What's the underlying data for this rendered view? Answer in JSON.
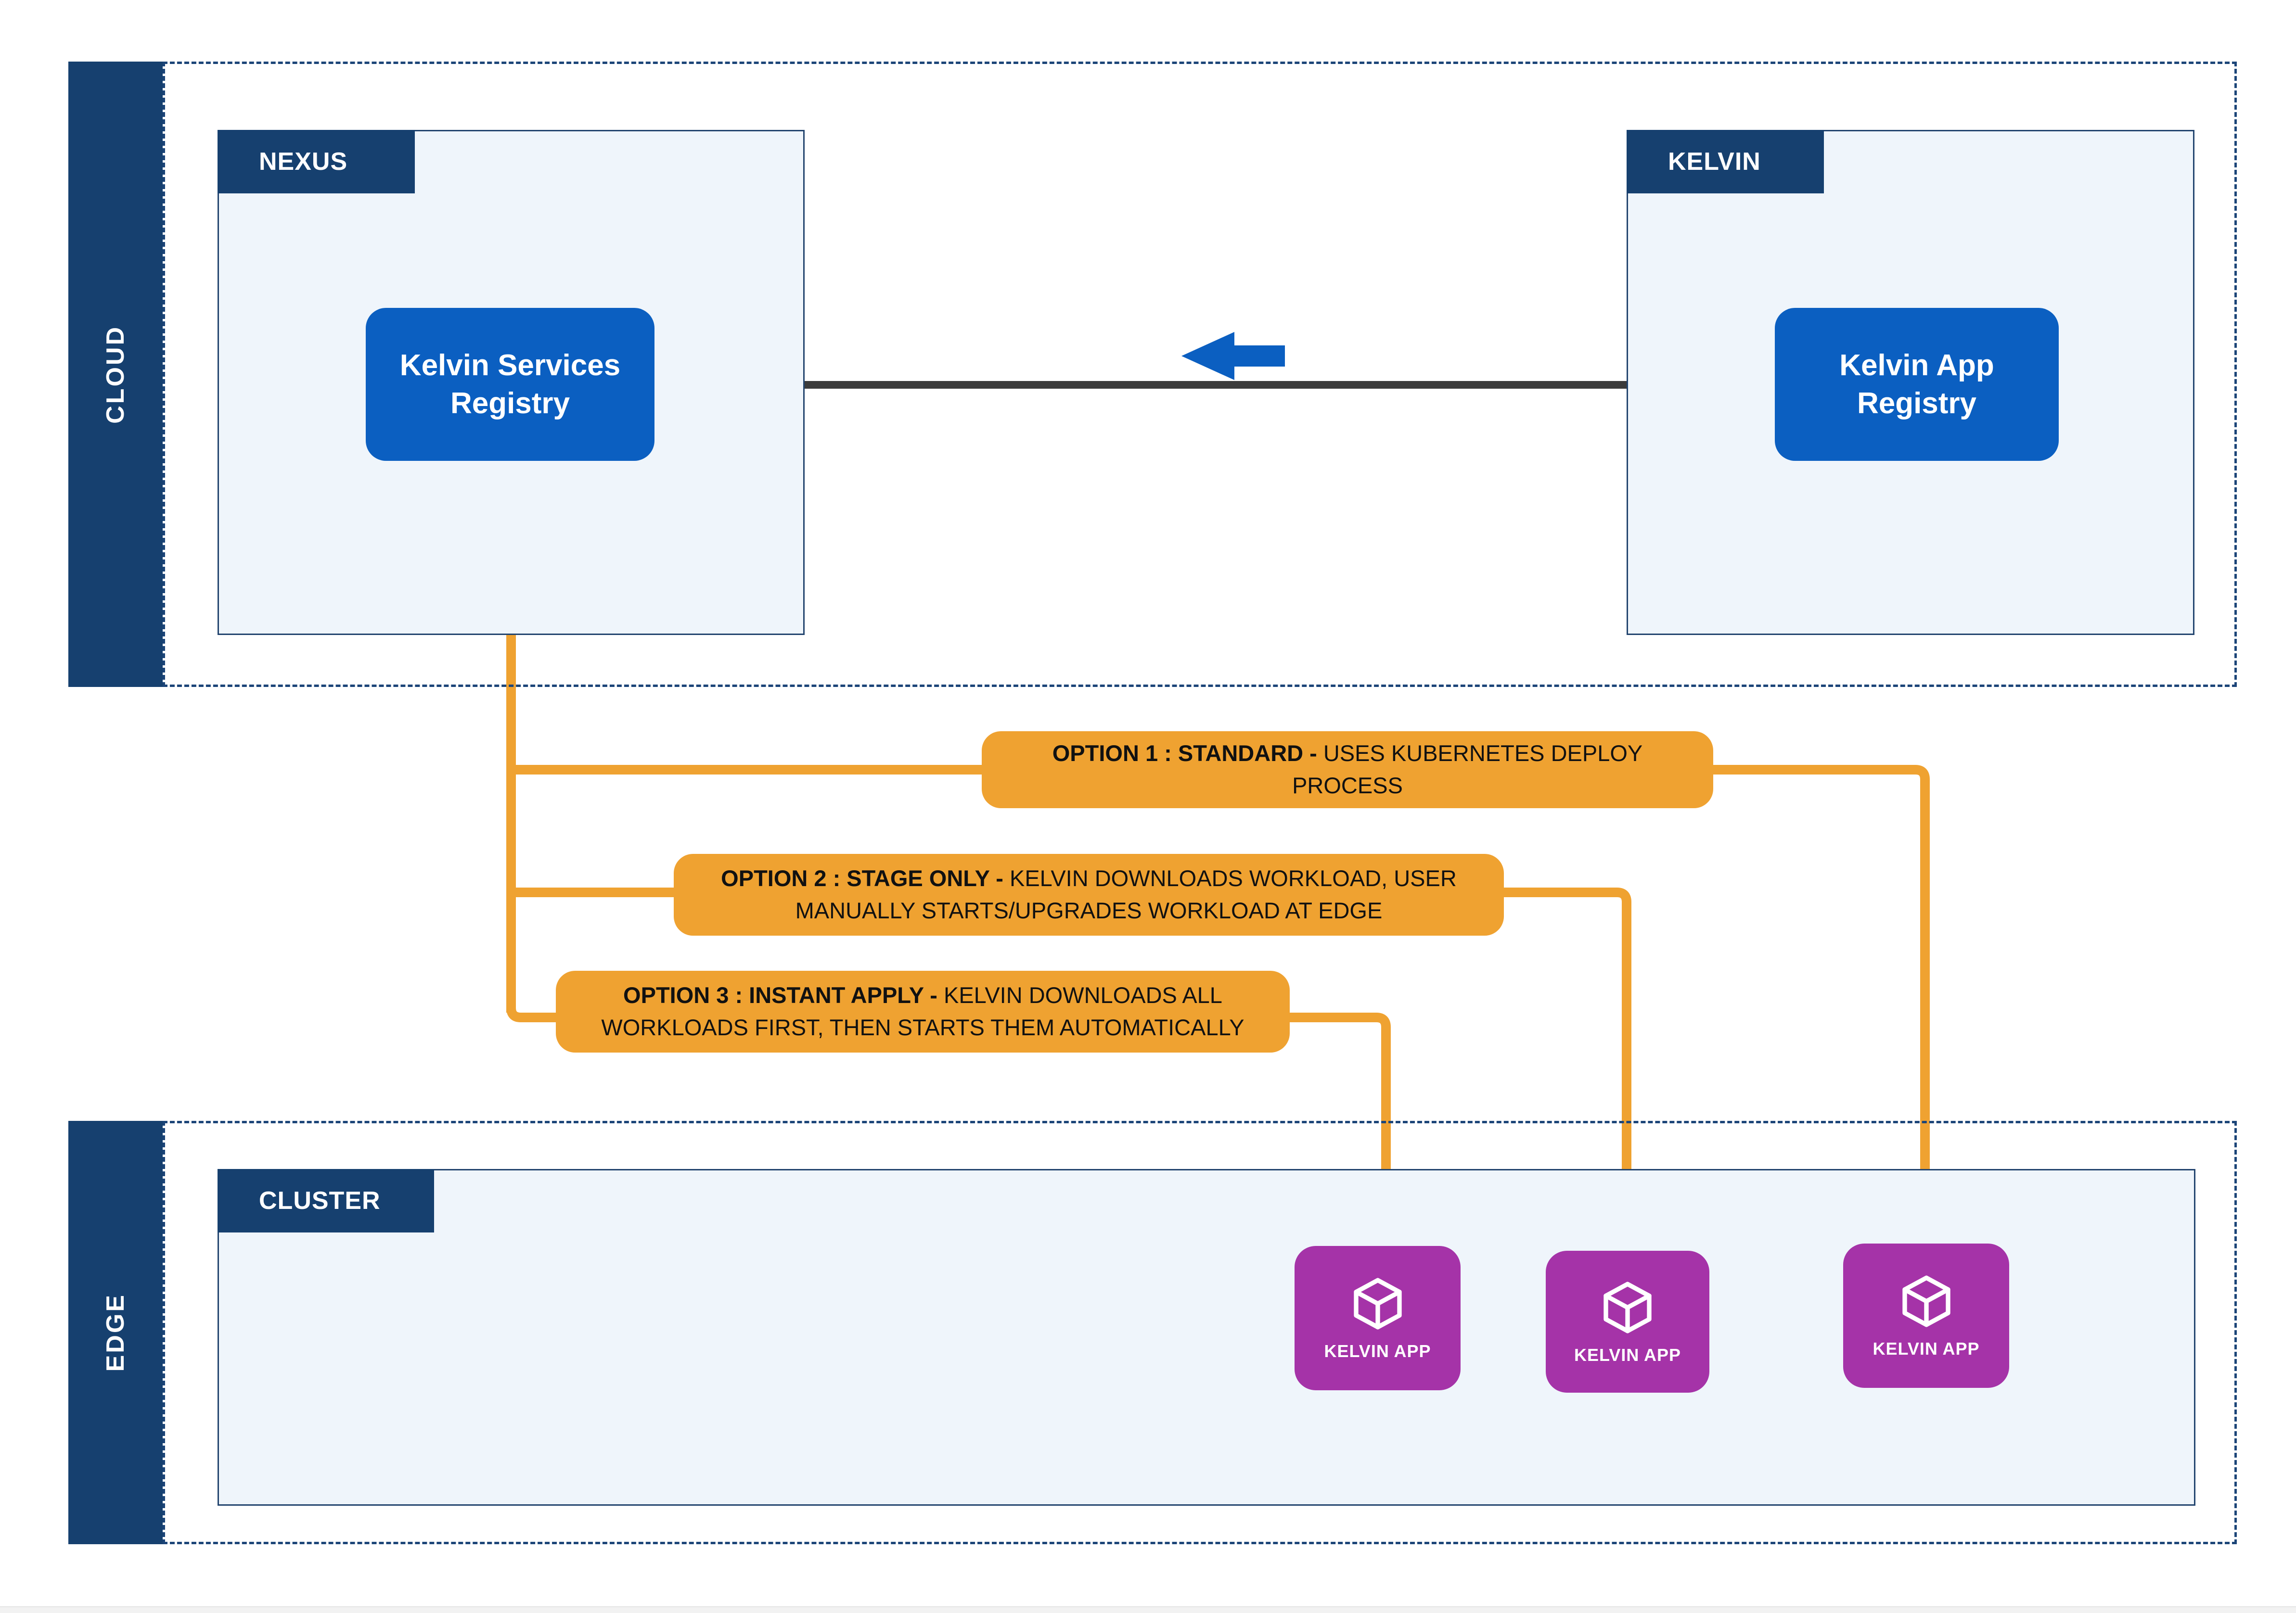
{
  "diagram": {
    "zones": [
      {
        "id": "cloud",
        "label": "CLOUD"
      },
      {
        "id": "edge",
        "label": "EDGE"
      }
    ],
    "panels": [
      {
        "id": "nexus",
        "title": "NEXUS"
      },
      {
        "id": "kelvin",
        "title": "KELVIN"
      },
      {
        "id": "cluster",
        "title": "CLUSTER"
      }
    ],
    "registries": [
      {
        "id": "kelvin-services-registry",
        "line1": "Kelvin Services",
        "line2": "Registry"
      },
      {
        "id": "kelvin-app-registry",
        "line1": "Kelvin App",
        "line2": "Registry"
      }
    ],
    "options": [
      {
        "id": "option-1",
        "title": "OPTION 1 : STANDARD -",
        "body": " USES KUBERNETES DEPLOY PROCESS"
      },
      {
        "id": "option-2",
        "title": "OPTION 2 : STAGE ONLY -",
        "body": " KELVIN DOWNLOADS WORKLOAD, USER MANUALLY STARTS/UPGRADES WORKLOAD AT EDGE"
      },
      {
        "id": "option-3",
        "title": "OPTION 3 : INSTANT APPLY -",
        "body": " KELVIN DOWNLOADS ALL WORKLOADS FIRST, THEN STARTS THEM AUTOMATICALLY"
      }
    ],
    "apps": [
      {
        "id": "kelvin-app-1",
        "label": "KELVIN APP",
        "icon": "cube-icon"
      },
      {
        "id": "kelvin-app-2",
        "label": "KELVIN APP",
        "icon": "cube-icon"
      },
      {
        "id": "kelvin-app-3",
        "label": "KELVIN APP",
        "icon": "cube-icon"
      }
    ],
    "connectors": [
      {
        "id": "registry-sync-line",
        "style": "solid",
        "color": "#3B3B3B"
      },
      {
        "id": "registry-sync-arrow",
        "direction": "left",
        "color": "#0B5FC1",
        "icon": "arrow-left-icon"
      },
      {
        "id": "nexus-download-arrow",
        "direction": "down",
        "color": "#0B5FC1",
        "icon": "arrow-down-icon"
      },
      {
        "id": "option-1-path",
        "color": "#EFA231"
      },
      {
        "id": "option-2-path",
        "color": "#EFA231"
      },
      {
        "id": "option-3-path",
        "color": "#EFA231"
      }
    ],
    "colors": {
      "navy": "#16406F",
      "panel_fill": "#EFF5FB",
      "panel_border": "#23456F",
      "blue": "#0B5FC1",
      "orange": "#EFA231",
      "purple": "#A533A8",
      "connector_dark": "#3B3B3B",
      "background": "#FFFFFF"
    }
  }
}
